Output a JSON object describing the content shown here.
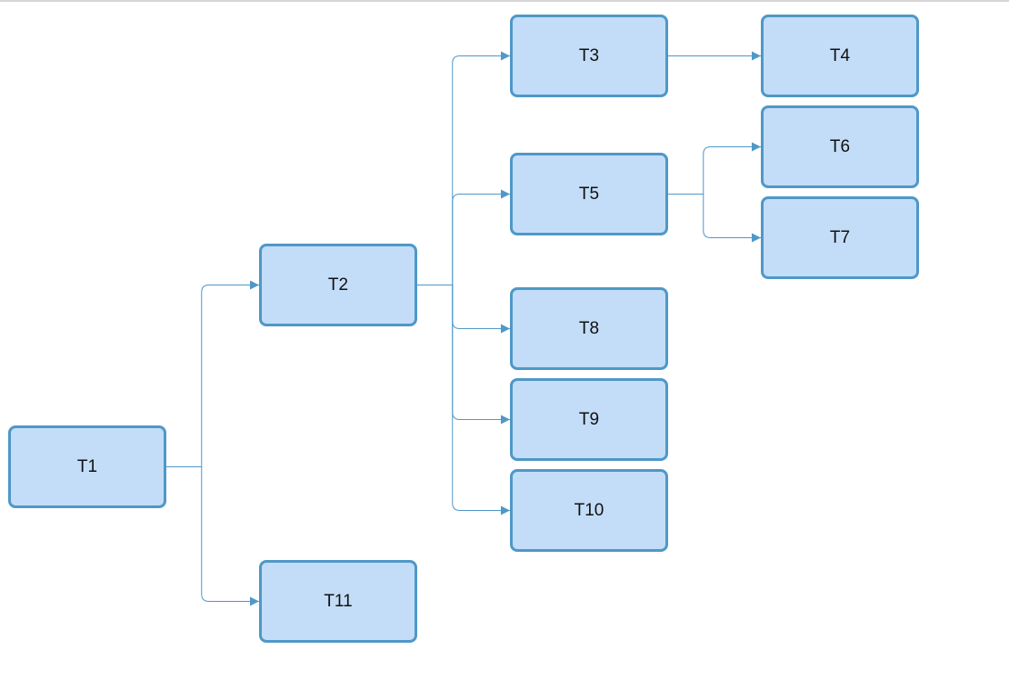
{
  "diagram": {
    "nodes": [
      {
        "id": "T1",
        "label": "T1"
      },
      {
        "id": "T2",
        "label": "T2"
      },
      {
        "id": "T3",
        "label": "T3"
      },
      {
        "id": "T4",
        "label": "T4"
      },
      {
        "id": "T5",
        "label": "T5"
      },
      {
        "id": "T6",
        "label": "T6"
      },
      {
        "id": "T7",
        "label": "T7"
      },
      {
        "id": "T8",
        "label": "T8"
      },
      {
        "id": "T9",
        "label": "T9"
      },
      {
        "id": "T10",
        "label": "T10"
      },
      {
        "id": "T11",
        "label": "T11"
      }
    ],
    "edges": [
      {
        "from": "T1",
        "to": "T2"
      },
      {
        "from": "T1",
        "to": "T11"
      },
      {
        "from": "T2",
        "to": "T3"
      },
      {
        "from": "T2",
        "to": "T5"
      },
      {
        "from": "T2",
        "to": "T8"
      },
      {
        "from": "T2",
        "to": "T9"
      },
      {
        "from": "T2",
        "to": "T10"
      },
      {
        "from": "T3",
        "to": "T4"
      },
      {
        "from": "T5",
        "to": "T6"
      },
      {
        "from": "T5",
        "to": "T7"
      }
    ],
    "colors": {
      "node_fill": "#c3ddf8",
      "node_border": "#4f98c7",
      "edge": "#4f98c7"
    }
  }
}
